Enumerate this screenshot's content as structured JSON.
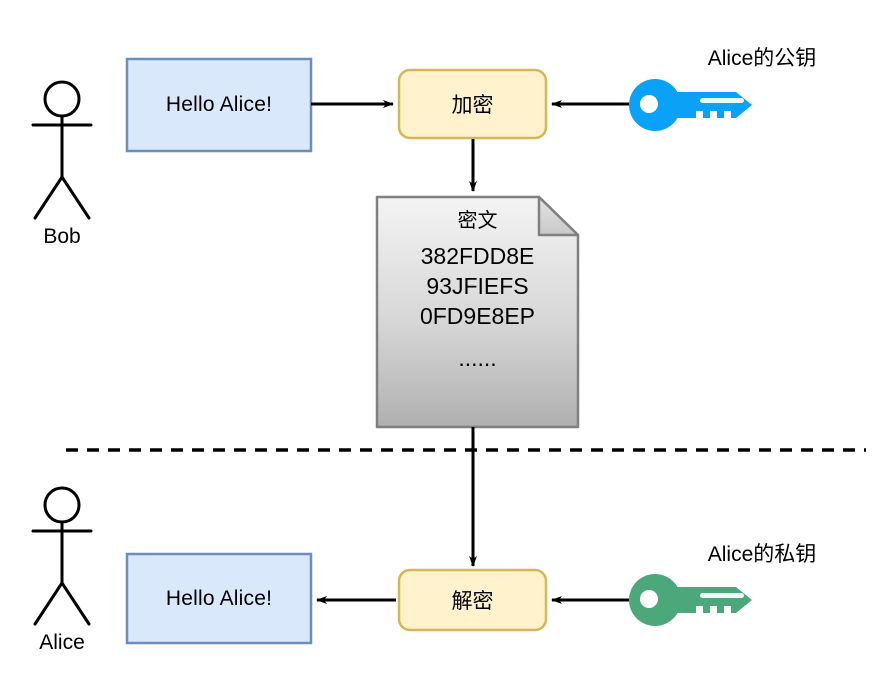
{
  "diagram": {
    "title": "Public-key encryption flow (Chinese annotated)",
    "colors": {
      "message_box_fill": "#DAE8FC",
      "message_box_stroke": "#6C8EBF",
      "process_box_fill": "#FFF2CC",
      "process_box_stroke": "#D6B656",
      "document_fill_top": "#F2F2F2",
      "document_fill_bottom": "#B3B3B3",
      "document_stroke": "#808080",
      "public_key_color": "#0AA2F7",
      "private_key_color": "#4CA77A",
      "line_color": "#000000"
    },
    "top_section": {
      "actor": {
        "name": "Bob"
      },
      "message_box": {
        "text": "Hello Alice!"
      },
      "process_box": {
        "text": "加密"
      },
      "key": {
        "caption": "Alice的公钥",
        "icon": "key-icon",
        "color": "#0AA2F7"
      }
    },
    "document": {
      "title": "密文",
      "lines": [
        "382FDD8E",
        "93JFIEFS",
        "0FD9E8EP",
        "......"
      ]
    },
    "divider": {
      "style": "dashed"
    },
    "bottom_section": {
      "actor": {
        "name": "Alice"
      },
      "message_box": {
        "text": "Hello Alice!"
      },
      "process_box": {
        "text": "解密"
      },
      "key": {
        "caption": "Alice的私钥",
        "icon": "key-icon",
        "color": "#4CA77A"
      }
    }
  }
}
